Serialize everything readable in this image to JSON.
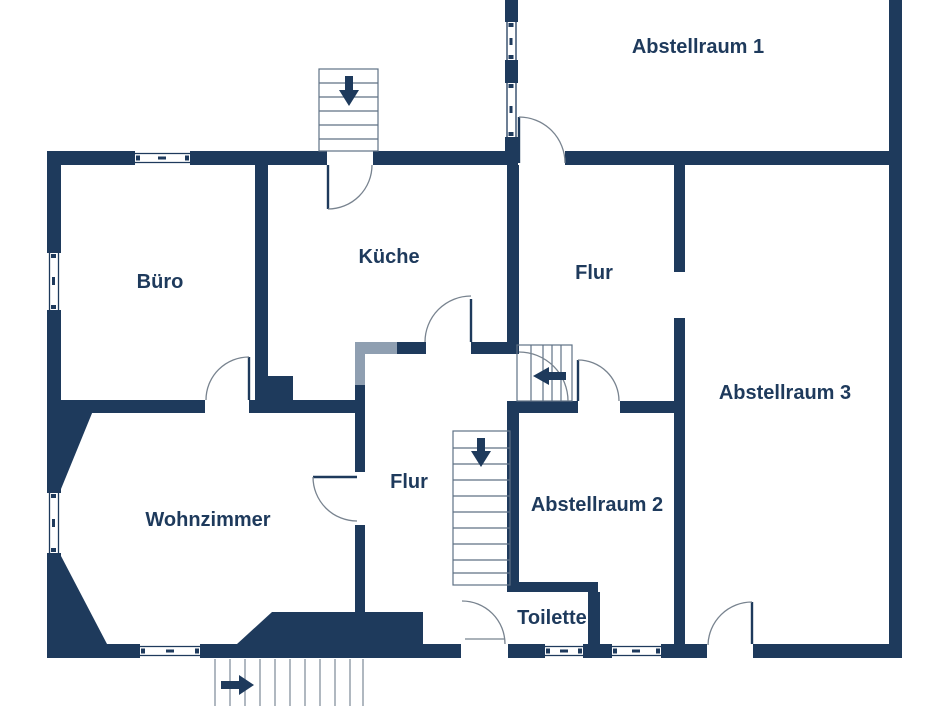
{
  "page": {
    "type": "floor-plan"
  },
  "colors": {
    "bg": "#ffffff",
    "wall": "#1e3a5c",
    "partition": "#8f9fb1",
    "line": "#78838f",
    "stairline": "#5f7185",
    "stairext": "#8e99a6",
    "text": "#1e3a5c"
  },
  "rooms": [
    {
      "id": "abstellraum-1",
      "label": "Abstellraum 1"
    },
    {
      "id": "buero",
      "label": "Büro"
    },
    {
      "id": "kueche",
      "label": "Küche"
    },
    {
      "id": "flur-upper",
      "label": "Flur"
    },
    {
      "id": "abstellraum-3",
      "label": "Abstellraum 3"
    },
    {
      "id": "wohnzimmer",
      "label": "Wohnzimmer"
    },
    {
      "id": "flur-lower",
      "label": "Flur"
    },
    {
      "id": "abstellraum-2",
      "label": "Abstellraum 2"
    },
    {
      "id": "toilette",
      "label": "Toilette"
    }
  ],
  "stairs": [
    {
      "id": "top-entry-stairs",
      "direction": "down",
      "icon": "arrow-down-icon"
    },
    {
      "id": "cellar-stairs",
      "direction": "down",
      "icon": "arrow-down-icon"
    },
    {
      "id": "winder-stairs",
      "direction": "left",
      "icon": "arrow-left-icon"
    },
    {
      "id": "bottom-entry-stairs",
      "direction": "right",
      "icon": "arrow-right-icon"
    }
  ]
}
